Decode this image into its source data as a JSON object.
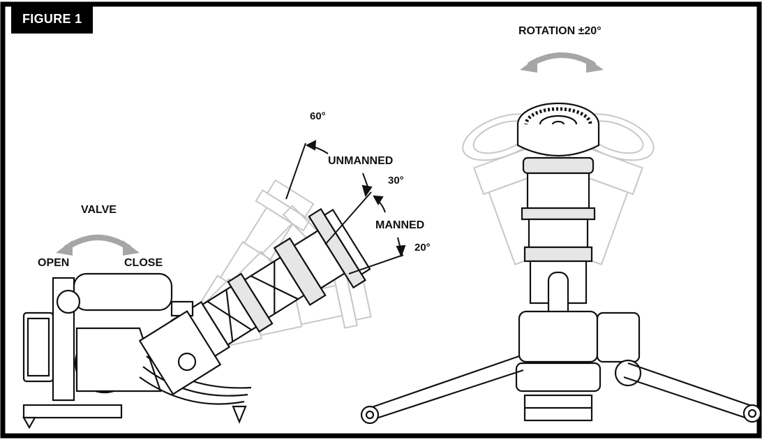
{
  "figure": {
    "tag": "FIGURE 1"
  },
  "left_view": {
    "valve": "VALVE",
    "open": "OPEN",
    "close": "CLOSE",
    "angle_60": "60°",
    "angle_30": "30°",
    "angle_20": "20°",
    "unmanned": "UNMANNED",
    "manned": "MANNED"
  },
  "right_view": {
    "rotation": "ROTATION ±20°"
  },
  "colors": {
    "border": "#000000",
    "line": "#111111",
    "ghost": "#c8c8c8",
    "arrow_gray": "#a6a6a6"
  }
}
